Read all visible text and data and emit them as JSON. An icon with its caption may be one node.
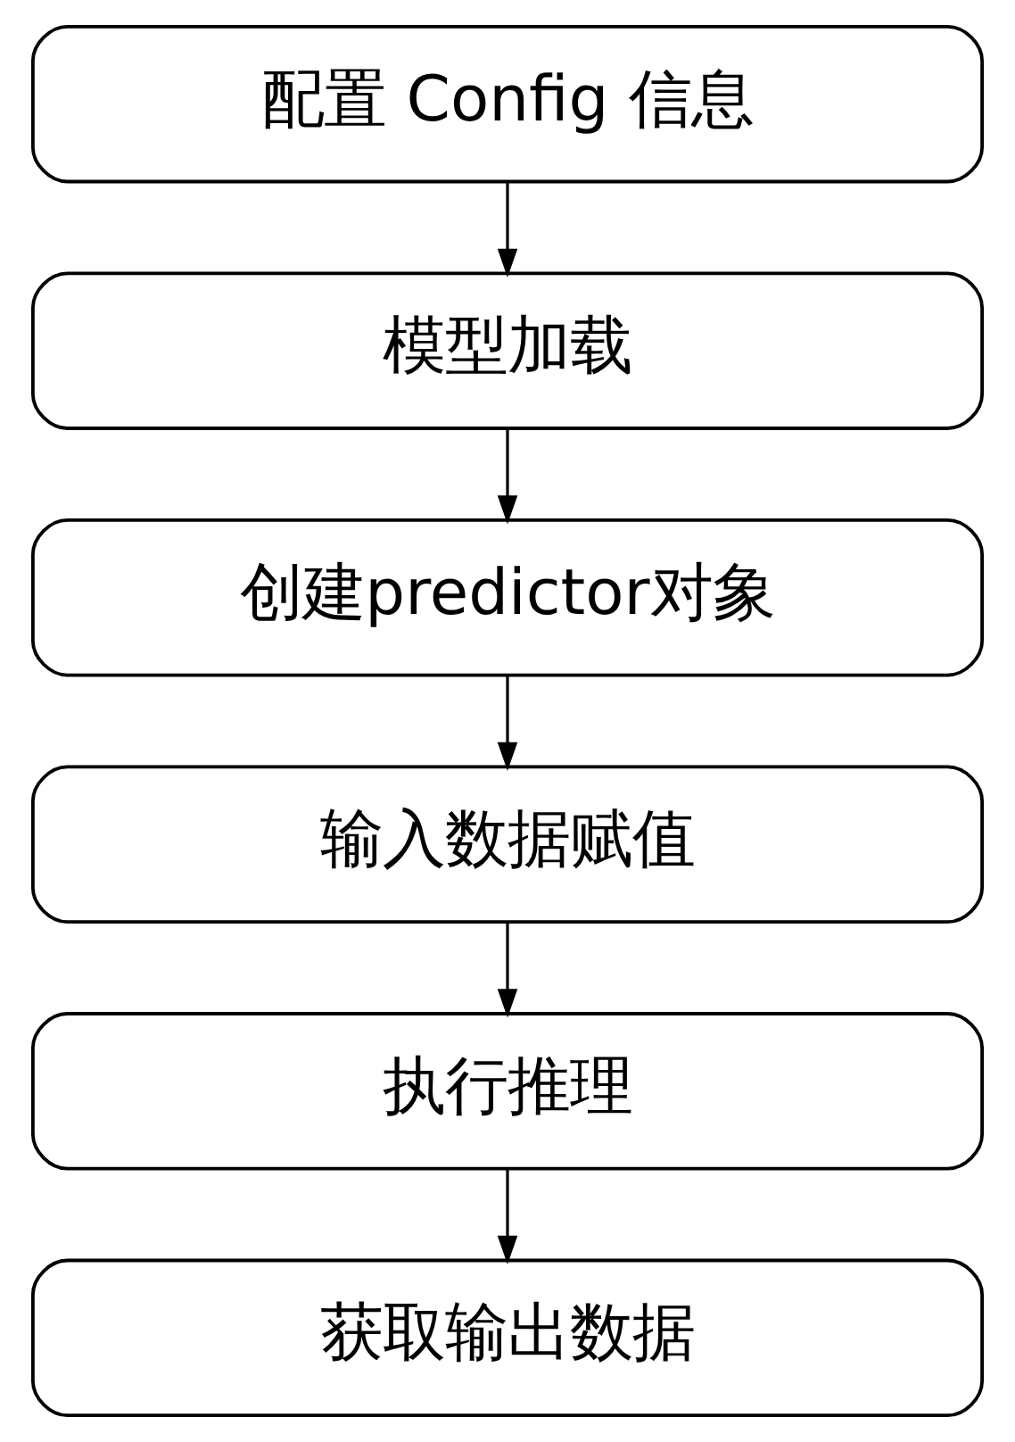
{
  "diagram": {
    "nodes": [
      {
        "text": [
          "配置 Config 信息"
        ]
      },
      {
        "text": [
          "模型加载"
        ]
      },
      {
        "text": [
          "创建predictor对象"
        ]
      },
      {
        "text": [
          "输入数据赋值"
        ]
      },
      {
        "text": [
          "执行推理"
        ]
      },
      {
        "text": [
          "获取输出数据"
        ]
      }
    ],
    "edges": [
      {
        "from": 0,
        "to": 1,
        "arrow": "to"
      },
      {
        "from": 1,
        "to": 2,
        "arrow": "to"
      },
      {
        "from": 2,
        "to": 3,
        "arrow": "to"
      },
      {
        "from": 3,
        "to": 4,
        "arrow": "to"
      },
      {
        "from": 4,
        "to": 5,
        "arrow": "to"
      }
    ]
  }
}
